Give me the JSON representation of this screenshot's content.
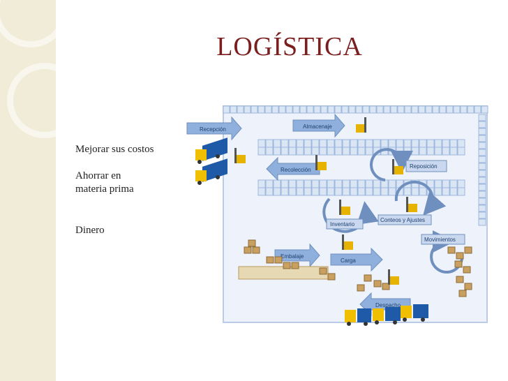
{
  "slide": {
    "title": "LOGÍSTICA",
    "bullets": [
      "Mejorar sus costos",
      "Ahorrar en materia prima",
      "Dinero"
    ]
  },
  "diagram": {
    "stages": {
      "recepcion": "Recepción",
      "almacenaje": "Almacenaje",
      "recoleccion": "Recolección",
      "reposicion": "Reposición",
      "inventario": "Inventario",
      "conteos": "Conteos y Ajustes",
      "movimientos": "Movimientos",
      "embalaje": "Embalaje",
      "carga": "Carga",
      "despacho": "Despacho"
    },
    "colors": {
      "shelf": "#9db7dd",
      "arrow": "#8fb0dc",
      "truck": "#1e5aa8",
      "accent": "#7a1e1e",
      "background_band": "#f1ecd8"
    }
  }
}
